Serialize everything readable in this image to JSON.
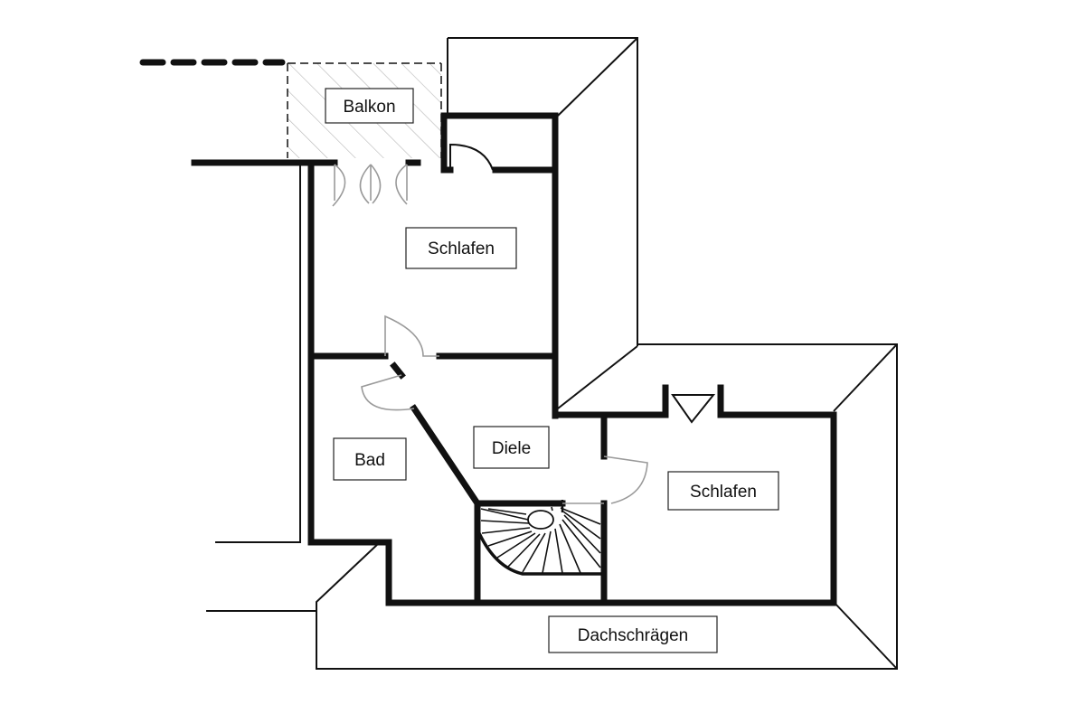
{
  "colors": {
    "ink": "#111111",
    "door": "#9a9a9a",
    "hatch": "#b5b5b5",
    "paper": "#ffffff"
  },
  "labels": {
    "balkon": "Balkon",
    "schlafen_top": "Schlafen",
    "bad": "Bad",
    "diele": "Diele",
    "schlafen_right": "Schlafen",
    "dachschraegen": "Dachschrägen"
  }
}
